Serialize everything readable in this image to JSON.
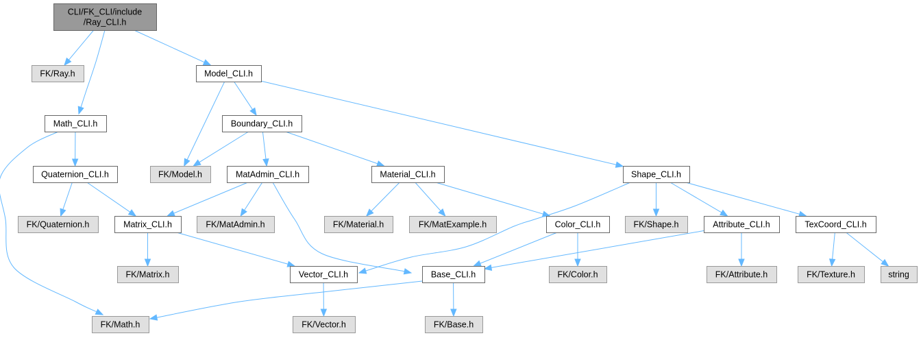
{
  "title": "CLI/FK_CLI/include/Ray_CLI.h",
  "colors": {
    "edge": "#63b8ff",
    "root_fill": "#999999",
    "internal_fill": "#ffffff",
    "external_fill": "#e0e0e0"
  },
  "nodes": [
    {
      "id": "root",
      "label": [
        "CLI/FK_CLI/include",
        "/Ray_CLI.h"
      ],
      "kind": "root"
    },
    {
      "id": "fk_ray",
      "label": [
        "FK/Ray.h"
      ],
      "kind": "external"
    },
    {
      "id": "model_cli",
      "label": [
        "Model_CLI.h"
      ],
      "kind": "internal"
    },
    {
      "id": "math_cli",
      "label": [
        "Math_CLI.h"
      ],
      "kind": "internal"
    },
    {
      "id": "boundary_cli",
      "label": [
        "Boundary_CLI.h"
      ],
      "kind": "internal"
    },
    {
      "id": "quaternion_cli",
      "label": [
        "Quaternion_CLI.h"
      ],
      "kind": "internal"
    },
    {
      "id": "fk_model",
      "label": [
        "FK/Model.h"
      ],
      "kind": "external"
    },
    {
      "id": "matadmin_cli",
      "label": [
        "MatAdmin_CLI.h"
      ],
      "kind": "internal"
    },
    {
      "id": "material_cli",
      "label": [
        "Material_CLI.h"
      ],
      "kind": "internal"
    },
    {
      "id": "shape_cli",
      "label": [
        "Shape_CLI.h"
      ],
      "kind": "internal"
    },
    {
      "id": "fk_quaternion",
      "label": [
        "FK/Quaternion.h"
      ],
      "kind": "external"
    },
    {
      "id": "matrix_cli",
      "label": [
        "Matrix_CLI.h"
      ],
      "kind": "internal"
    },
    {
      "id": "fk_matadmin",
      "label": [
        "FK/MatAdmin.h"
      ],
      "kind": "external"
    },
    {
      "id": "fk_material",
      "label": [
        "FK/Material.h"
      ],
      "kind": "external"
    },
    {
      "id": "fk_matexample",
      "label": [
        "FK/MatExample.h"
      ],
      "kind": "external"
    },
    {
      "id": "color_cli",
      "label": [
        "Color_CLI.h"
      ],
      "kind": "internal"
    },
    {
      "id": "fk_shape",
      "label": [
        "FK/Shape.h"
      ],
      "kind": "external"
    },
    {
      "id": "attribute_cli",
      "label": [
        "Attribute_CLI.h"
      ],
      "kind": "internal"
    },
    {
      "id": "texcoord_cli",
      "label": [
        "TexCoord_CLI.h"
      ],
      "kind": "internal"
    },
    {
      "id": "fk_matrix",
      "label": [
        "FK/Matrix.h"
      ],
      "kind": "external"
    },
    {
      "id": "vector_cli",
      "label": [
        "Vector_CLI.h"
      ],
      "kind": "internal"
    },
    {
      "id": "base_cli",
      "label": [
        "Base_CLI.h"
      ],
      "kind": "internal"
    },
    {
      "id": "fk_color",
      "label": [
        "FK/Color.h"
      ],
      "kind": "external"
    },
    {
      "id": "fk_attribute",
      "label": [
        "FK/Attribute.h"
      ],
      "kind": "external"
    },
    {
      "id": "fk_texture",
      "label": [
        "FK/Texture.h"
      ],
      "kind": "external"
    },
    {
      "id": "string",
      "label": [
        "string"
      ],
      "kind": "external"
    },
    {
      "id": "fk_math",
      "label": [
        "FK/Math.h"
      ],
      "kind": "external"
    },
    {
      "id": "fk_vector",
      "label": [
        "FK/Vector.h"
      ],
      "kind": "external"
    },
    {
      "id": "fk_base",
      "label": [
        "FK/Base.h"
      ],
      "kind": "external"
    }
  ],
  "edges": [
    {
      "from": "root",
      "to": "fk_ray"
    },
    {
      "from": "root",
      "to": "math_cli"
    },
    {
      "from": "root",
      "to": "model_cli"
    },
    {
      "from": "model_cli",
      "to": "fk_model"
    },
    {
      "from": "model_cli",
      "to": "boundary_cli"
    },
    {
      "from": "model_cli",
      "to": "shape_cli"
    },
    {
      "from": "math_cli",
      "to": "quaternion_cli"
    },
    {
      "from": "math_cli",
      "to": "fk_math"
    },
    {
      "from": "boundary_cli",
      "to": "fk_model"
    },
    {
      "from": "boundary_cli",
      "to": "matadmin_cli"
    },
    {
      "from": "boundary_cli",
      "to": "material_cli"
    },
    {
      "from": "quaternion_cli",
      "to": "fk_quaternion"
    },
    {
      "from": "quaternion_cli",
      "to": "matrix_cli"
    },
    {
      "from": "matadmin_cli",
      "to": "matrix_cli"
    },
    {
      "from": "matadmin_cli",
      "to": "fk_matadmin"
    },
    {
      "from": "matadmin_cli",
      "to": "base_cli"
    },
    {
      "from": "material_cli",
      "to": "fk_material"
    },
    {
      "from": "material_cli",
      "to": "fk_matexample"
    },
    {
      "from": "material_cli",
      "to": "color_cli"
    },
    {
      "from": "shape_cli",
      "to": "vector_cli"
    },
    {
      "from": "shape_cli",
      "to": "fk_shape"
    },
    {
      "from": "shape_cli",
      "to": "attribute_cli"
    },
    {
      "from": "shape_cli",
      "to": "texcoord_cli"
    },
    {
      "from": "matrix_cli",
      "to": "fk_matrix"
    },
    {
      "from": "matrix_cli",
      "to": "vector_cli"
    },
    {
      "from": "color_cli",
      "to": "base_cli"
    },
    {
      "from": "color_cli",
      "to": "fk_color"
    },
    {
      "from": "attribute_cli",
      "to": "base_cli"
    },
    {
      "from": "attribute_cli",
      "to": "fk_attribute"
    },
    {
      "from": "texcoord_cli",
      "to": "fk_texture"
    },
    {
      "from": "texcoord_cli",
      "to": "string"
    },
    {
      "from": "vector_cli",
      "to": "fk_vector"
    },
    {
      "from": "base_cli",
      "to": "fk_math"
    },
    {
      "from": "base_cli",
      "to": "fk_base"
    }
  ]
}
